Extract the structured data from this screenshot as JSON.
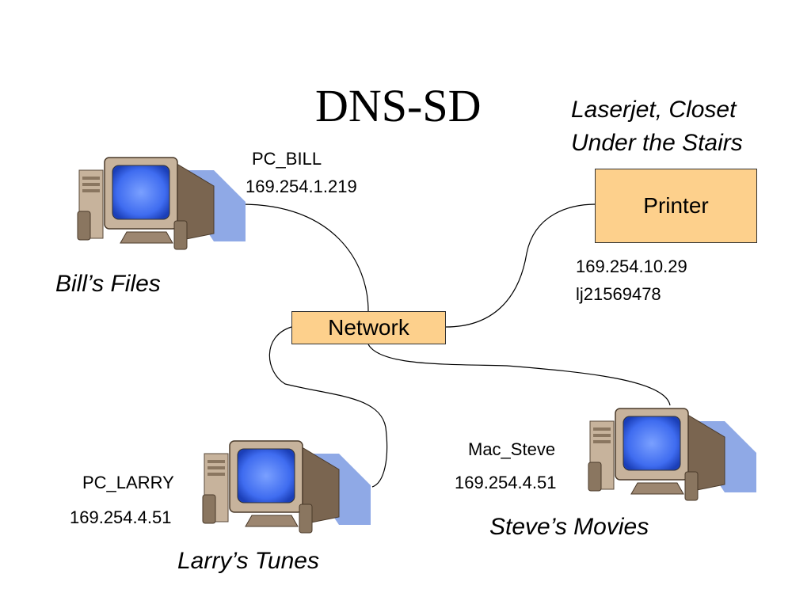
{
  "title": "DNS-SD",
  "network": {
    "label": "Network"
  },
  "printer": {
    "label": "Printer",
    "location_line1": "Laserjet, Closet",
    "location_line2": "Under the Stairs",
    "ip": "169.254.10.29",
    "id": "lj21569478"
  },
  "bill": {
    "hostname": "PC_BILL",
    "ip": "169.254.1.219",
    "service": "Bill’s Files"
  },
  "larry": {
    "hostname": "PC_LARRY",
    "ip": "169.254.4.51",
    "service": "Larry’s Tunes"
  },
  "steve": {
    "hostname": "Mac_Steve",
    "ip": "169.254.4.51",
    "service": "Steve’s Movies"
  },
  "colors": {
    "box_fill": "#fdd08c",
    "screen": "#4d7cff",
    "shadow": "#8fa9e6",
    "case": "#b8a187"
  }
}
